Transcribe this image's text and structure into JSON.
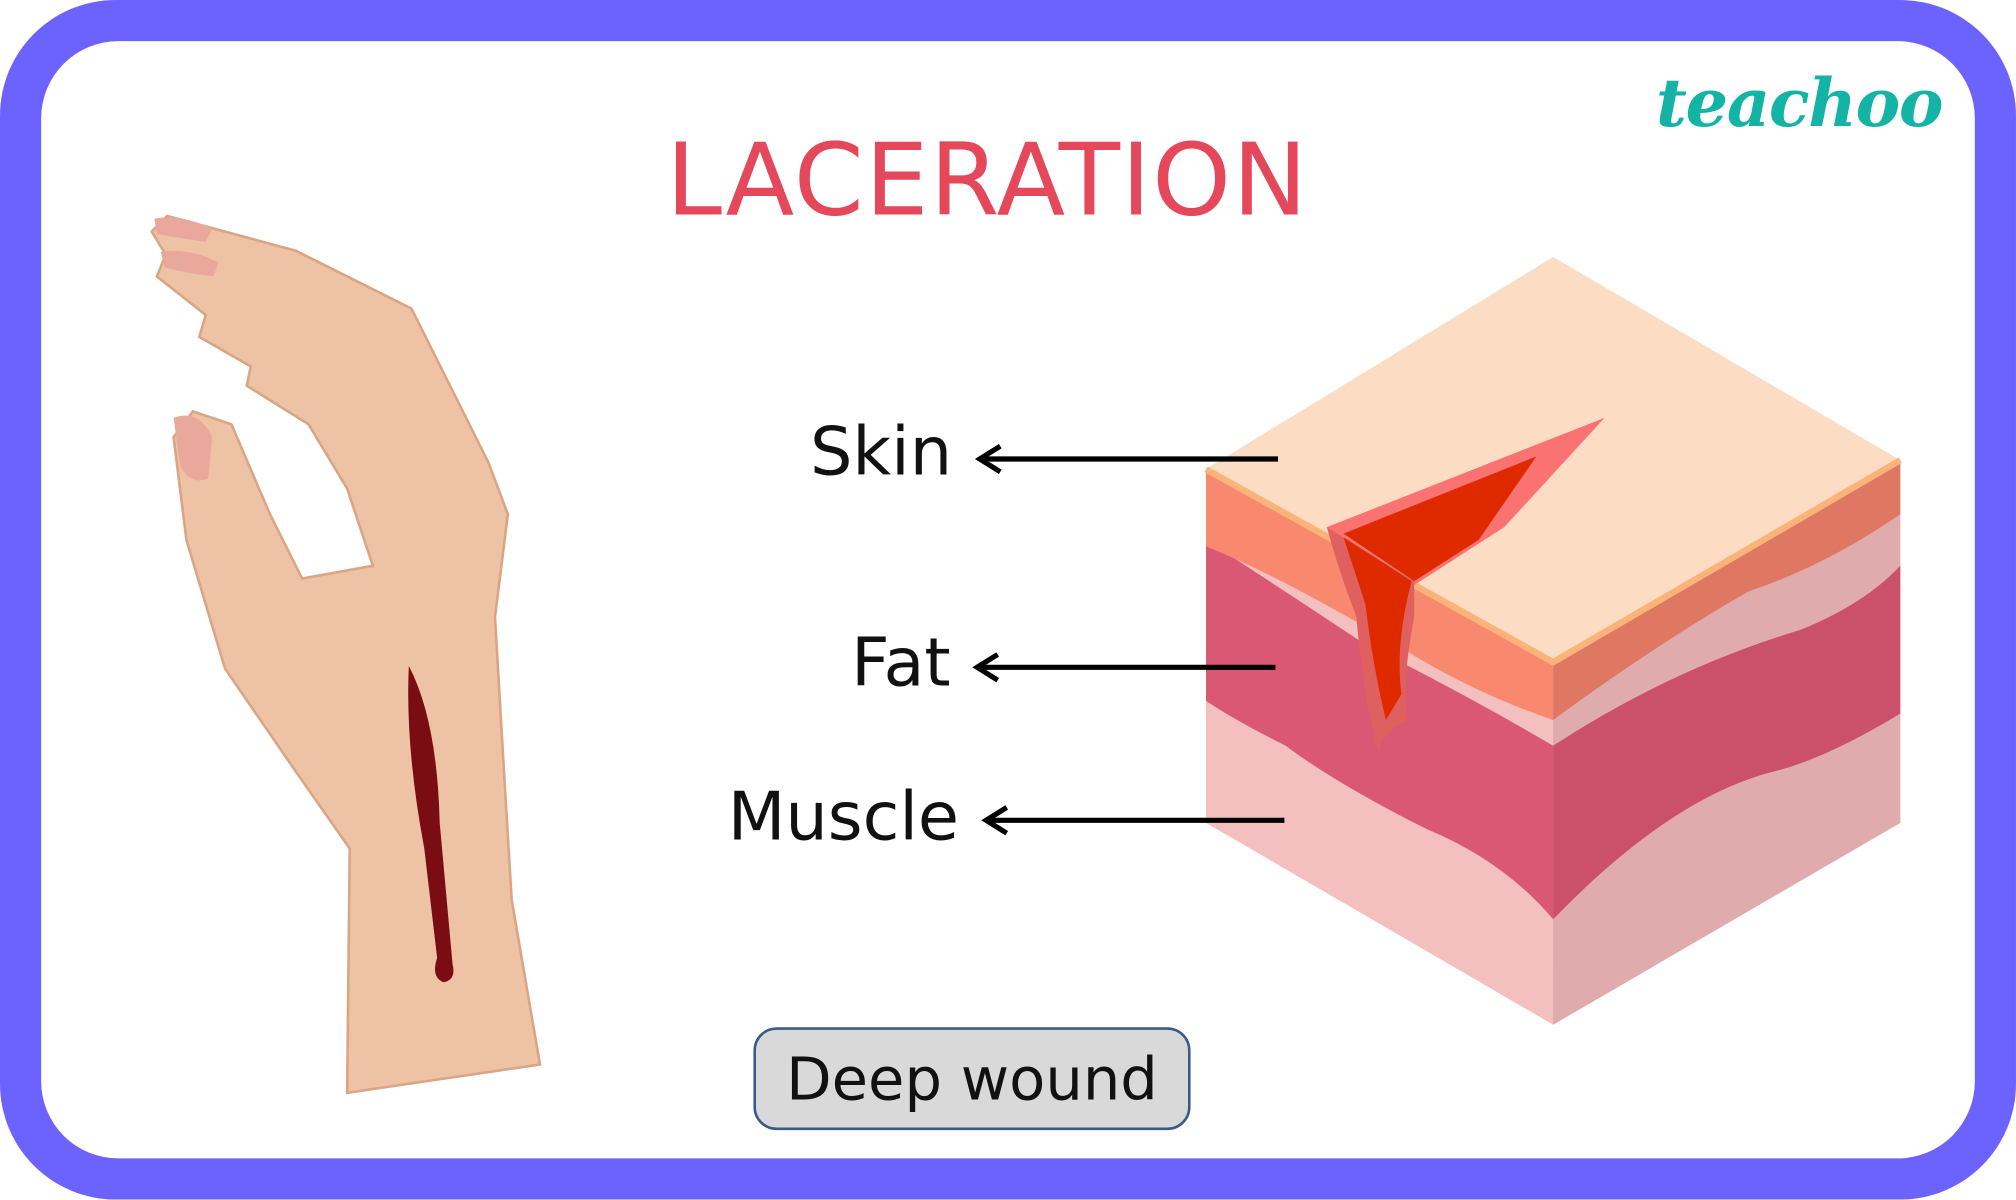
{
  "title": "LACERATION",
  "brand": "teachoo",
  "labels": {
    "skin": "Skin",
    "fat": "Fat",
    "muscle": "Muscle"
  },
  "badge": "Deep wound",
  "colors": {
    "frame": "#6c63ff",
    "title": "#e4485a",
    "brand": "#13b3a6"
  }
}
